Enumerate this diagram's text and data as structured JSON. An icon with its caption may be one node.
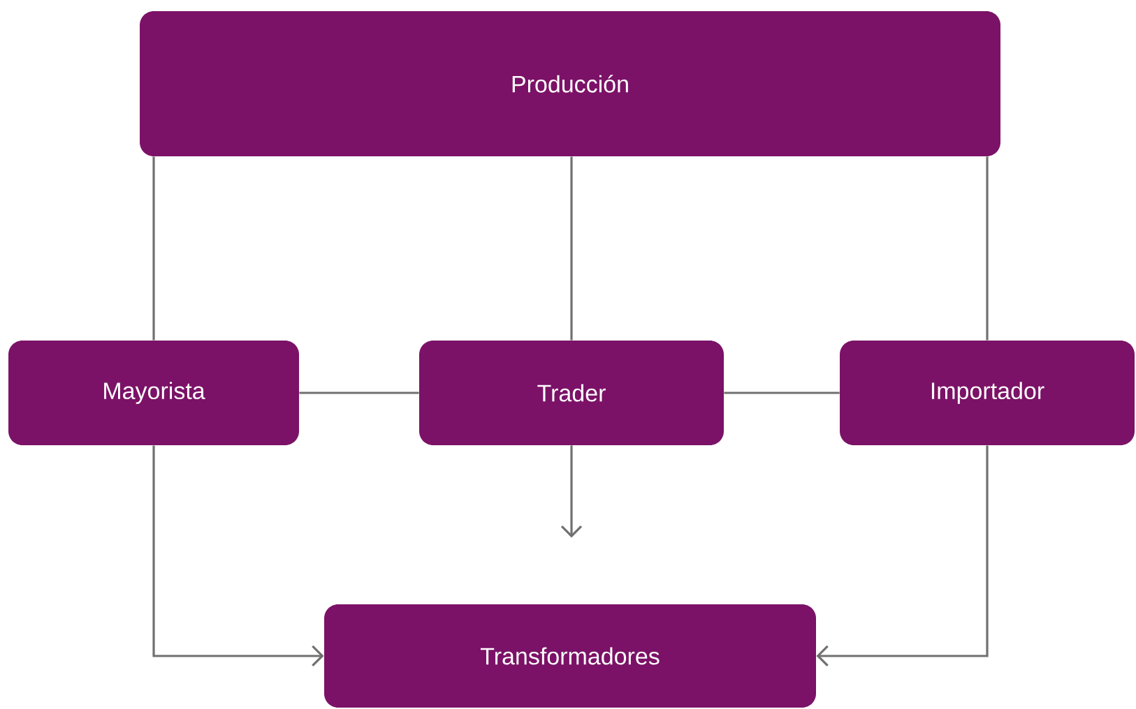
{
  "diagram": {
    "nodes": [
      {
        "text": [
          "Producción"
        ]
      },
      {
        "text": [
          "Mayorista"
        ]
      },
      {
        "text": [
          "Trader"
        ]
      },
      {
        "text": [
          "Importador"
        ]
      },
      {
        "text": [
          "Transformadores"
        ]
      }
    ],
    "edges": [
      {
        "from": 0,
        "to": 1,
        "arrow": "none"
      },
      {
        "from": 0,
        "to": 2,
        "arrow": "none"
      },
      {
        "from": 0,
        "to": 3,
        "arrow": "none"
      },
      {
        "from": 1,
        "to": 2,
        "arrow": "none"
      },
      {
        "from": 2,
        "to": 3,
        "arrow": "none"
      },
      {
        "from": 2,
        "to": null,
        "arrow": "to"
      },
      {
        "from": 1,
        "to": 4,
        "arrow": "to"
      },
      {
        "from": 3,
        "to": 4,
        "arrow": "to"
      }
    ]
  }
}
